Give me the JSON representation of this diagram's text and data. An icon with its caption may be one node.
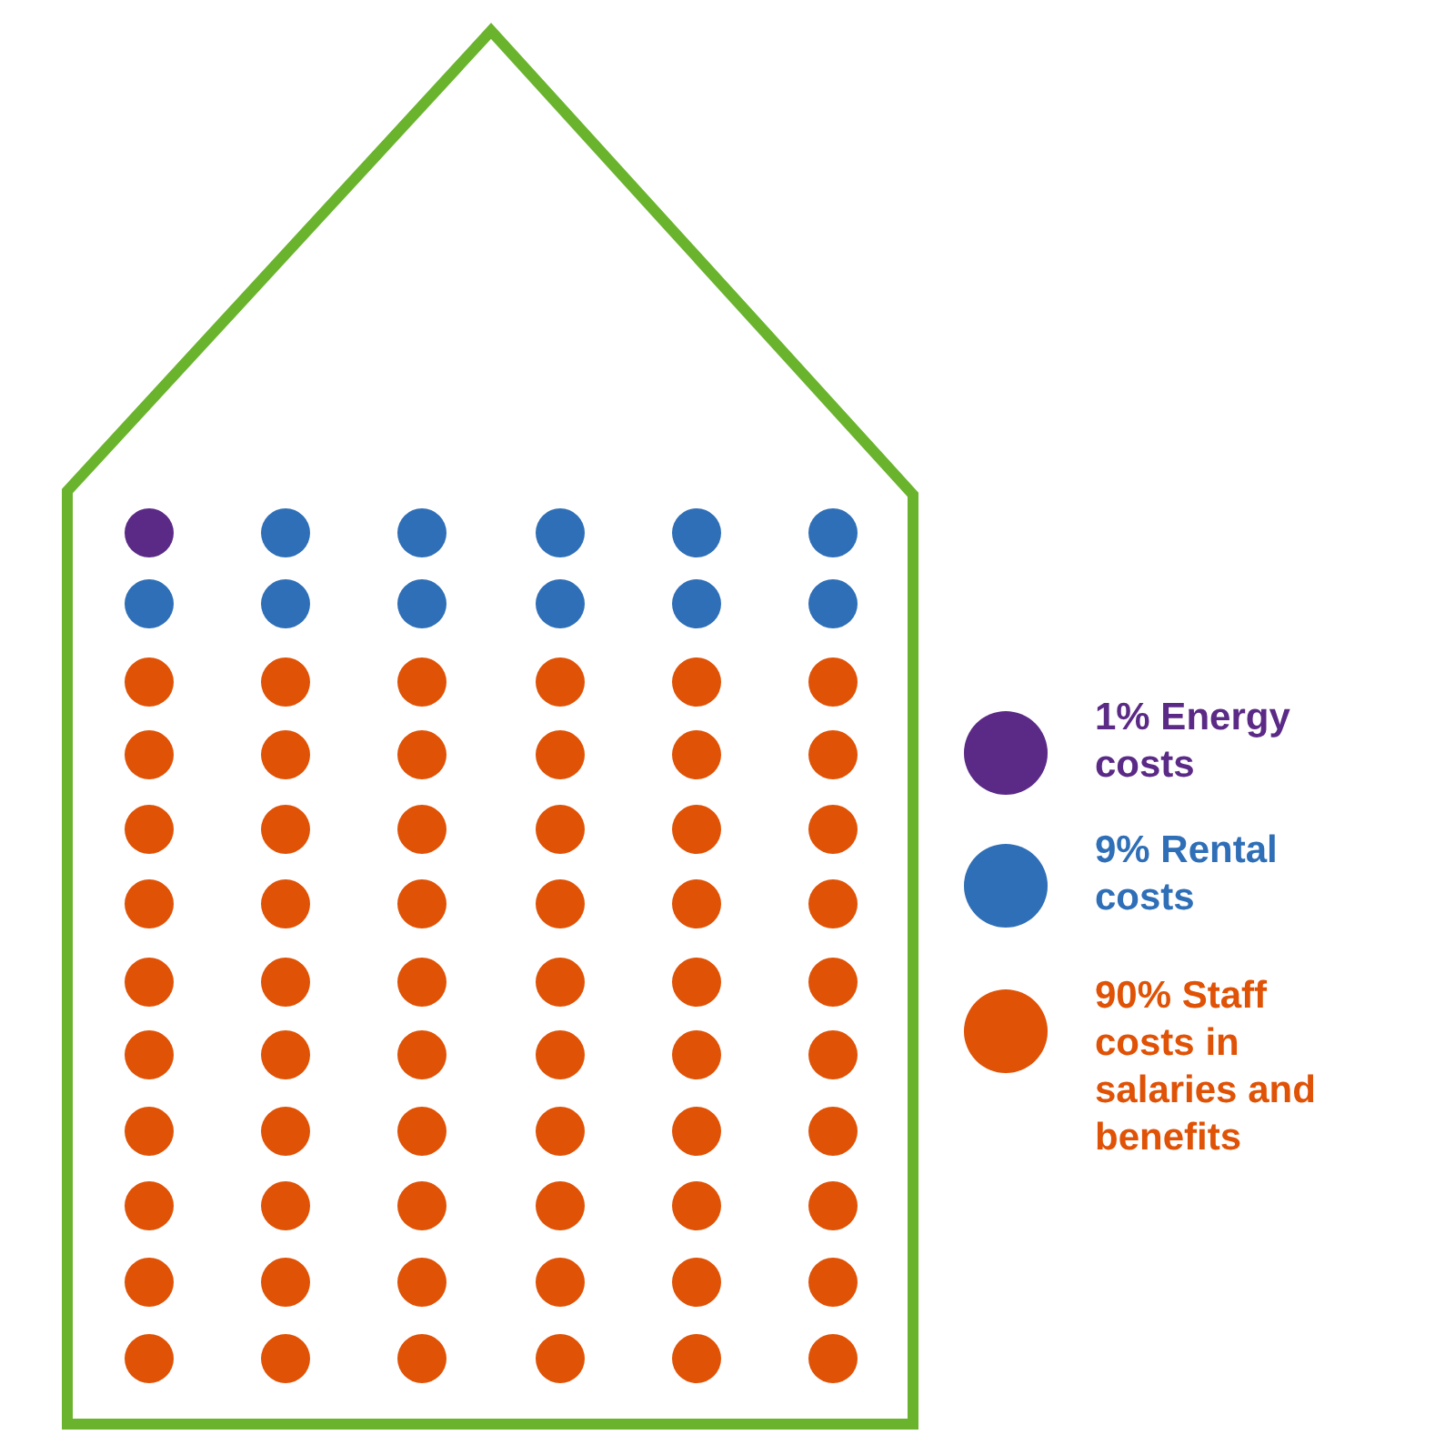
{
  "diagram": {
    "legend": [
      {
        "text": "1% Energy costs",
        "color": "#5b2a86"
      },
      {
        "text": "9% Rental costs",
        "color": "#2f6fb7"
      },
      {
        "text": "90% Staff costs in salaries and benefits",
        "color": "#e05206"
      }
    ]
  }
}
